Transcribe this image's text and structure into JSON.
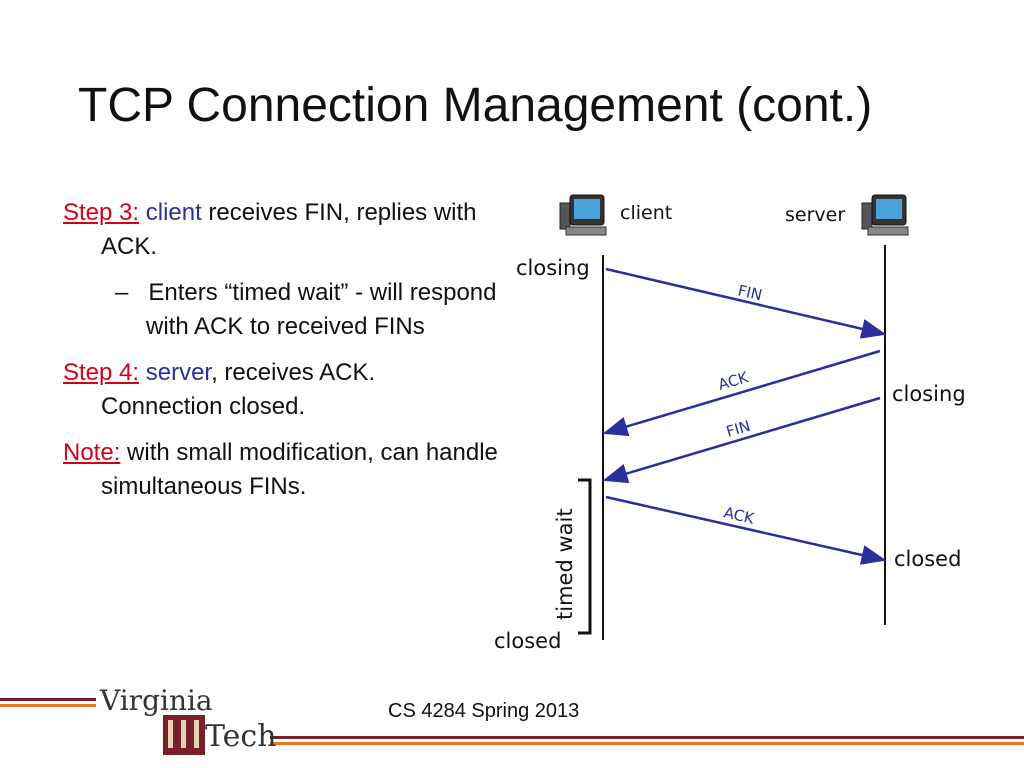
{
  "slide": {
    "title": "TCP Connection Management (cont.)"
  },
  "bullets": {
    "step3": {
      "label": "Step 3:",
      "actor": "client",
      "text": " receives FIN, replies with ACK."
    },
    "step3_sub": {
      "dash": "–",
      "text": "Enters “timed wait” - will respond with ACK to received FINs"
    },
    "step4": {
      "label": "Step 4:",
      "actor": "server",
      "text": ", receives ACK. Connection closed."
    },
    "note": {
      "label": "Note:",
      "text": " with small modification, can handle simultaneous FINs."
    }
  },
  "diagram": {
    "client_label": "client",
    "server_label": "server",
    "client_states": {
      "closing": "closing",
      "closed": "closed",
      "timed_wait": "timed wait"
    },
    "server_states": {
      "closing": "closing",
      "closed": "closed"
    },
    "messages": [
      "FIN",
      "ACK",
      "FIN",
      "ACK"
    ],
    "arrow_color": "#2b2f9b"
  },
  "footer": {
    "course": "CS 4284 Spring 2013",
    "logo_top": "Virginia",
    "logo_bottom": "Tech"
  },
  "colors": {
    "maroon": "#7a1e2b",
    "orange": "#e87722",
    "red": "#d0021b",
    "blue": "#2b2f9b"
  }
}
